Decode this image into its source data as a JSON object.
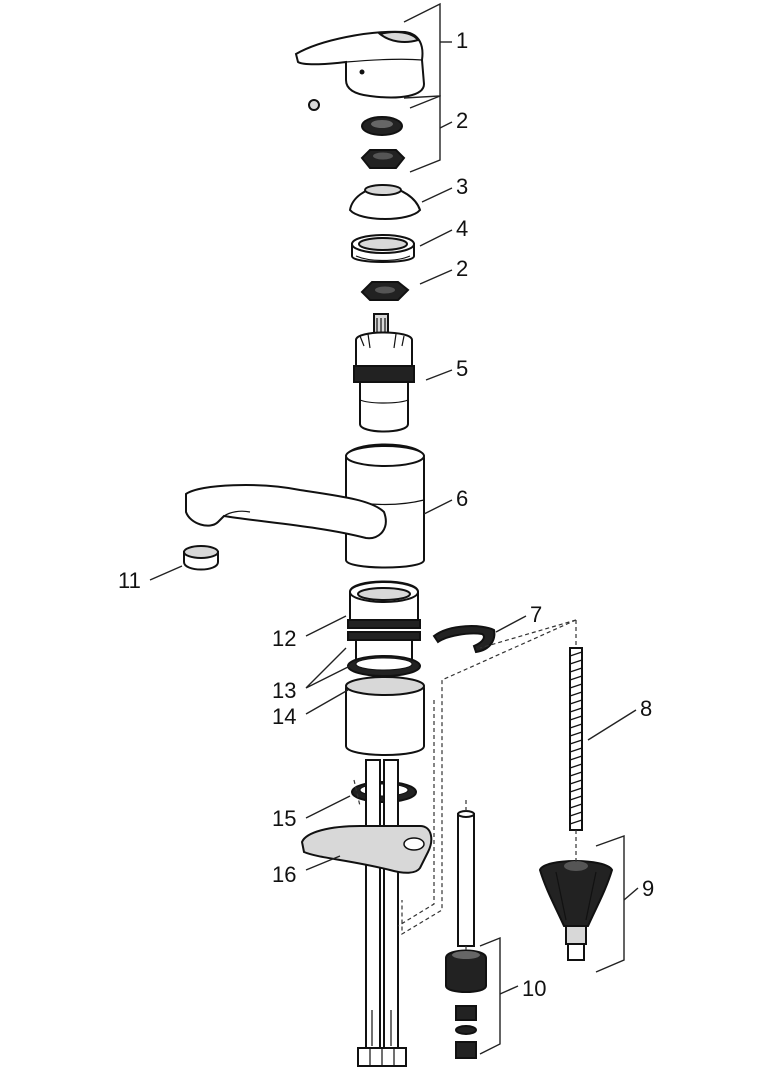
{
  "diagram": {
    "parts": [
      {
        "id": "handle",
        "label": "1"
      },
      {
        "id": "adapter-ring-top",
        "label": "2"
      },
      {
        "id": "cover-cap",
        "label": "3"
      },
      {
        "id": "nut-ring",
        "label": "4"
      },
      {
        "id": "adapter-ring-lower",
        "label": "2"
      },
      {
        "id": "cartridge",
        "label": "5"
      },
      {
        "id": "spout-body",
        "label": "6"
      },
      {
        "id": "clip",
        "label": "7"
      },
      {
        "id": "threaded-rod",
        "label": "8"
      },
      {
        "id": "mounting-nut",
        "label": "9"
      },
      {
        "id": "drain-set",
        "label": "10"
      },
      {
        "id": "aerator",
        "label": "11"
      },
      {
        "id": "sleeve",
        "label": "12"
      },
      {
        "id": "o-rings",
        "label": "13"
      },
      {
        "id": "base-housing",
        "label": "14"
      },
      {
        "id": "base-seal",
        "label": "15"
      },
      {
        "id": "base-plate",
        "label": "16"
      }
    ]
  }
}
